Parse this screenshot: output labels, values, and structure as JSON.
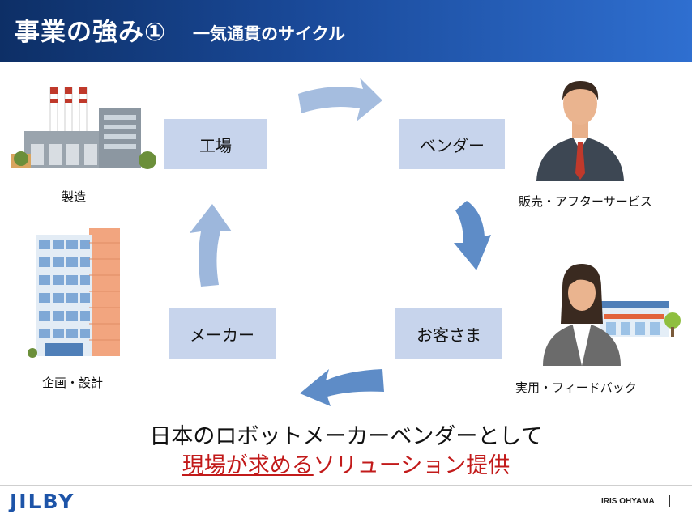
{
  "header": {
    "title": "事業の強み①",
    "subtitle": "一気通貫のサイクル"
  },
  "cycle": {
    "factory_label": "工場",
    "vendor_label": "ベンダー",
    "maker_label": "メーカー",
    "customer_label": "お客さま"
  },
  "captions": {
    "manufacturing": "製造",
    "sales_service": "販売・アフターサービス",
    "planning_design": "企画・設計",
    "usage_feedback": "実用・フィードバック"
  },
  "tagline": {
    "line1": "日本のロボットメーカーベンダーとして",
    "line2_emphasis": "現場が求める",
    "line2_rest": "ソリューション提供"
  },
  "footer": {
    "brand_left": "JILBY",
    "brand_right": "IRIS OHYAMA"
  },
  "colors": {
    "header_dark": "#0d2f66",
    "header_light": "#2f6fd0",
    "box_fill": "#c7d4ec",
    "arrow": "#5b87c4",
    "emphasis_red": "#c21a1a",
    "logo_blue": "#1d54a8"
  },
  "icons": {
    "factory": "factory-icon",
    "businessman": "businessman-icon",
    "building": "office-building-icon",
    "businesswoman": "businesswoman-icon",
    "supermarket": "supermarket-icon"
  }
}
